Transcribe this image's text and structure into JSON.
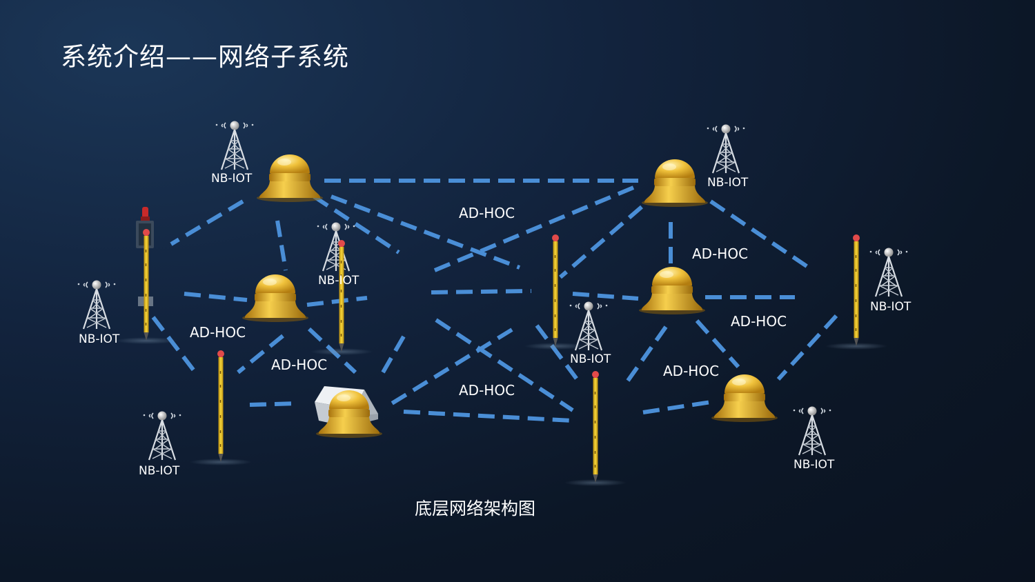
{
  "title": "系统介绍——网络子系统",
  "caption": "底层网络架构图",
  "labels": {
    "nb1": "NB-IOT",
    "nb2": "NB-IOT",
    "nb3": "NB-IOT",
    "nb4": "NB-IOT",
    "nb5": "NB-IOT",
    "nb6": "NB-IOT",
    "nb7": "NB-IOT",
    "nb8": "NB-IOT",
    "ad1": "AD-HOC",
    "ad2": "AD-HOC",
    "ad3": "AD-HOC",
    "ad4": "AD-HOC",
    "ad5": "AD-HOC",
    "ad6": "AD-HOC",
    "ad7": "AD-HOC"
  },
  "colors": {
    "link": "#4a8ed6",
    "gateway": "#e9b22f",
    "sensor_pole": "#e6c02a",
    "sensor_cap": "#d94040"
  },
  "icons": [
    "cell-tower-icon",
    "gateway-dome-icon",
    "sensor-pole-icon",
    "junction-box-icon",
    "alarm-light-icon"
  ]
}
